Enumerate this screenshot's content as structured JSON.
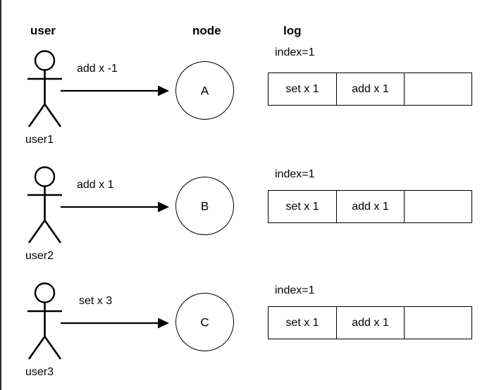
{
  "headers": {
    "user": "user",
    "node": "node",
    "log": "log"
  },
  "rows": [
    {
      "actor_label": "user1",
      "edge_label": "add x -1",
      "node_label": "A",
      "index_label": "index=1",
      "log_cells": [
        "set x 1",
        "add x 1",
        ""
      ]
    },
    {
      "actor_label": "user2",
      "edge_label": "add x 1",
      "node_label": "B",
      "index_label": "index=1",
      "log_cells": [
        "set x 1",
        "add x 1",
        ""
      ]
    },
    {
      "actor_label": "user3",
      "edge_label": "set x 3",
      "node_label": "C",
      "index_label": "index=1",
      "log_cells": [
        "set x 1",
        "add x 1",
        ""
      ]
    }
  ],
  "colors": {
    "stroke": "#000000",
    "background": "#ffffff",
    "edge_border": "#2b2b2b"
  }
}
